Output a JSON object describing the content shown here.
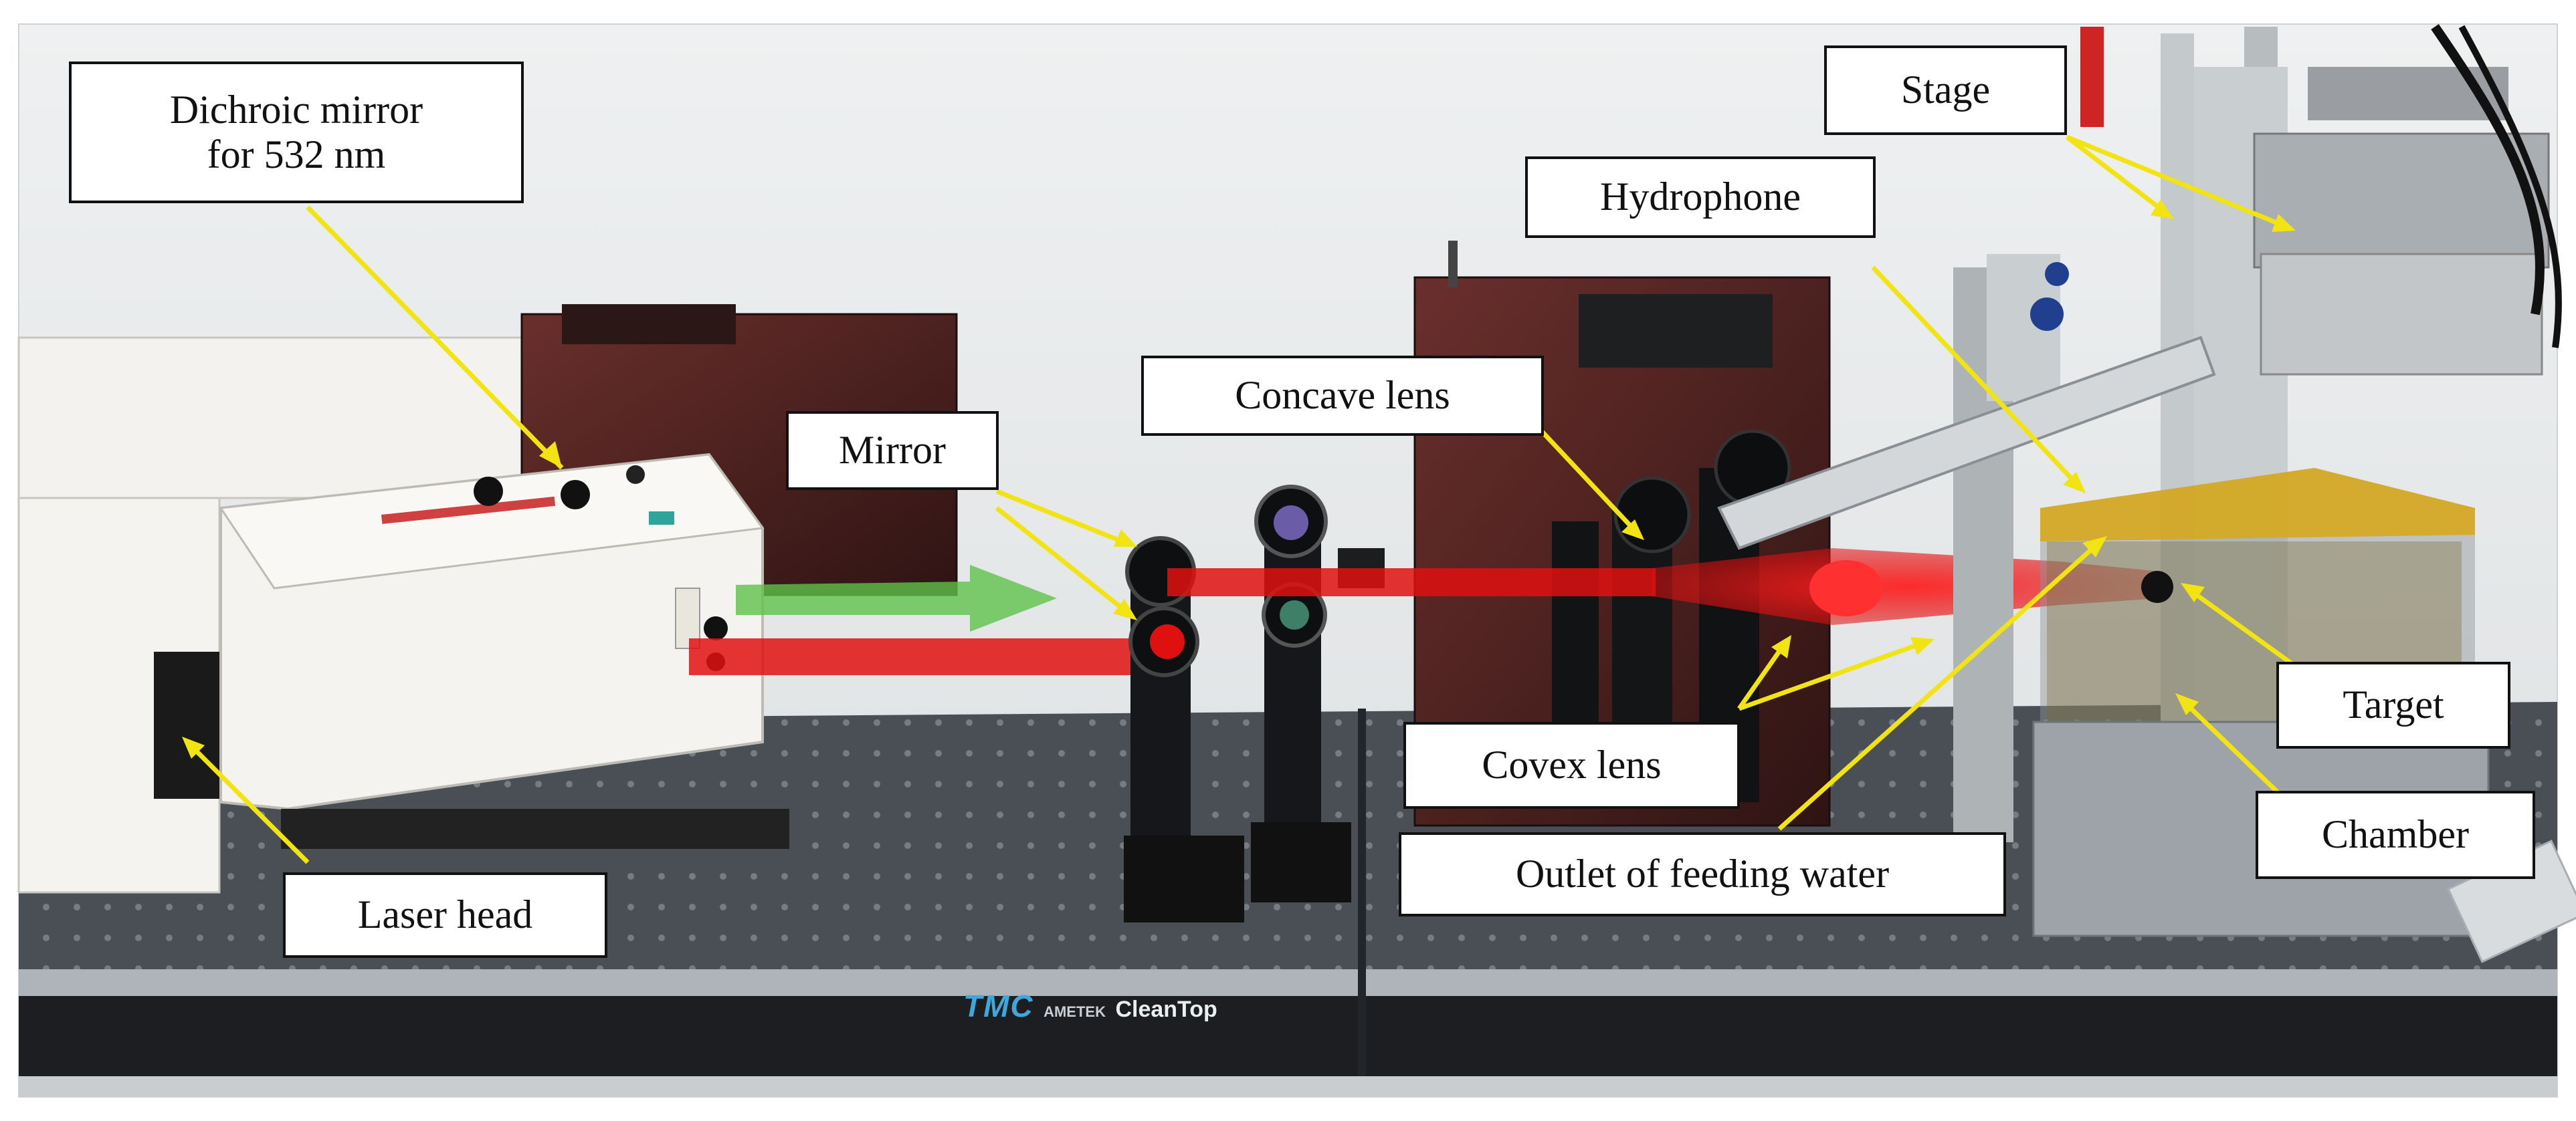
{
  "figure": {
    "brand": {
      "logo": "TMC",
      "maker": "AMETEK",
      "product": "CleanTop"
    },
    "labels": {
      "dichroic_mirror_line1": "Dichroic mirror",
      "dichroic_mirror_line2": "for 532 nm",
      "mirror": "Mirror",
      "concave_lens": "Concave lens",
      "hydrophone": "Hydrophone",
      "stage": "Stage",
      "target": "Target",
      "chamber": "Chamber",
      "covex_lens": "Covex lens",
      "outlet_feeding_water": "Outlet of feeding water",
      "laser_head": "Laser head"
    },
    "colors": {
      "callout_arrow": "#f2e313",
      "laser_beam_red": "#e01010",
      "pump_beam_green": "#5fc24a",
      "breadboard": "#3b3f45",
      "wall": "#e6e7e8"
    }
  }
}
